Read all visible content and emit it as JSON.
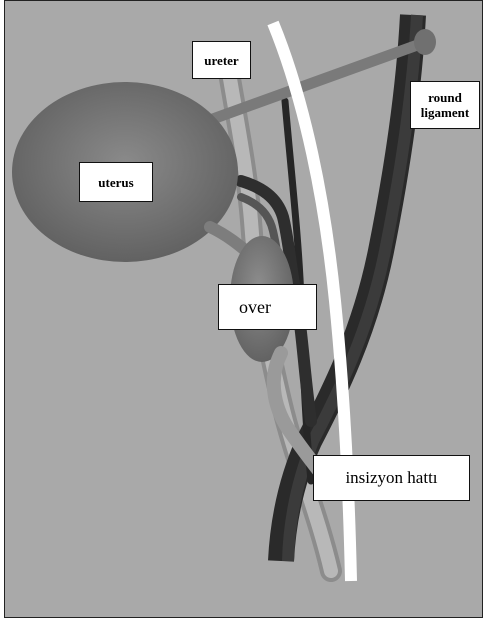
{
  "labels": {
    "ureter": "ureter",
    "round_ligament": "round ligament",
    "uterus": "uterus",
    "ovary": "over",
    "incision_line": "insizyon hattı"
  },
  "colors": {
    "background": "#a9a9a9",
    "uterus": "#6b6b6b",
    "ovary": "#757575",
    "ureter": "#b3b3b3",
    "vessel_dark": "#2e2e2e",
    "vessel_mid": "#555555",
    "incision": "#ffffff"
  }
}
